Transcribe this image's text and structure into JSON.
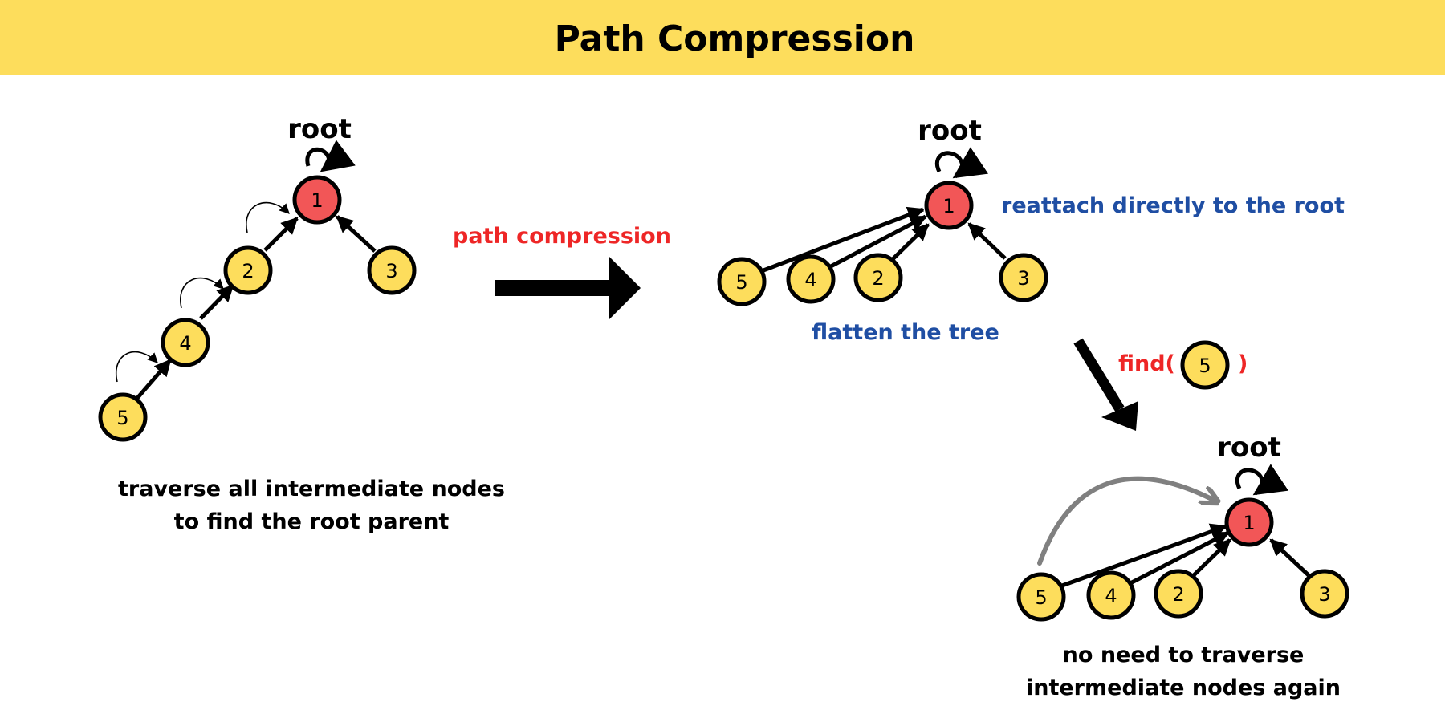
{
  "title": "Path Compression",
  "labels": {
    "root_left": "root",
    "root_middle": "root",
    "root_bottom": "root",
    "path_compression": "path compression",
    "reattach": "reattach directly to the root",
    "flatten": "flatten the tree",
    "find_open": "find(",
    "find_node": "5",
    "find_close": ")",
    "left_caption_line1": "traverse all intermediate nodes",
    "left_caption_line2": "to find the root parent",
    "bottom_caption_line1": "no need to traverse",
    "bottom_caption_line2": "intermediate nodes again"
  },
  "colors": {
    "banner": "#fddd5c",
    "node_fill": "#fddd5c",
    "root_fill": "#f25657",
    "accent_red": "#ee2626",
    "accent_blue": "#1f4ea3",
    "find_arc": "#808080"
  },
  "trees": [
    {
      "name": "before-compression",
      "root": "1",
      "nodes": [
        "1",
        "2",
        "4",
        "5",
        "3"
      ],
      "edges": [
        [
          "5",
          "4"
        ],
        [
          "4",
          "2"
        ],
        [
          "2",
          "1"
        ],
        [
          "3",
          "1"
        ]
      ]
    },
    {
      "name": "after-compression",
      "root": "1",
      "nodes": [
        "1",
        "5",
        "4",
        "2",
        "3"
      ],
      "edges": [
        [
          "5",
          "1"
        ],
        [
          "4",
          "1"
        ],
        [
          "2",
          "1"
        ],
        [
          "3",
          "1"
        ]
      ]
    },
    {
      "name": "after-find",
      "root": "1",
      "nodes": [
        "1",
        "5",
        "4",
        "2",
        "3"
      ],
      "edges": [
        [
          "5",
          "1"
        ],
        [
          "4",
          "1"
        ],
        [
          "2",
          "1"
        ],
        [
          "3",
          "1"
        ]
      ]
    }
  ]
}
